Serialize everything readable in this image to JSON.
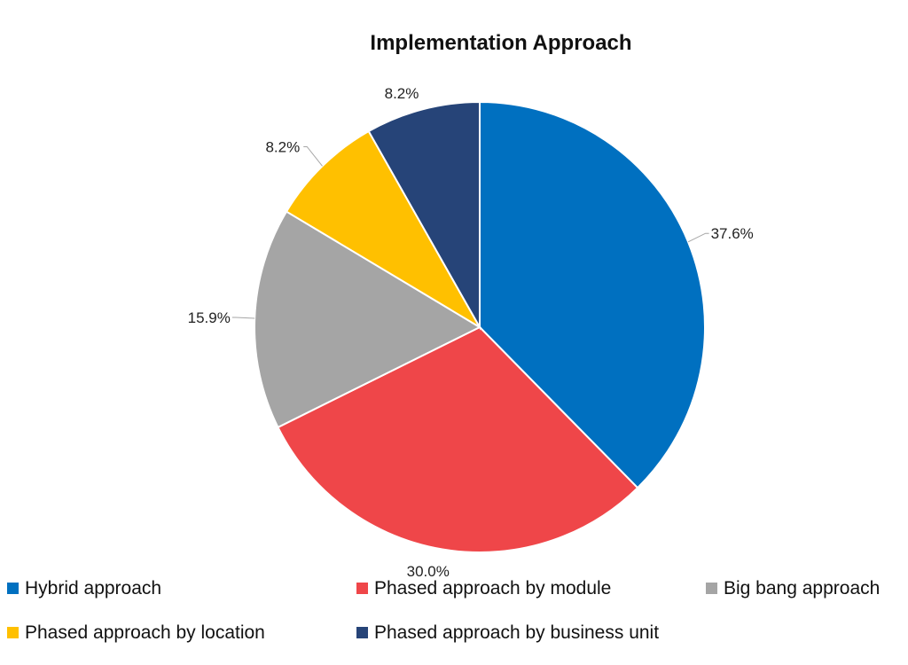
{
  "chart_data": {
    "type": "pie",
    "title": "Implementation Approach",
    "unit": "%",
    "slices": [
      {
        "name": "Hybrid approach",
        "value": 37.6,
        "label": "37.6%",
        "color": "#0070c0"
      },
      {
        "name": "Phased approach by module",
        "value": 30.0,
        "label": "30.0%",
        "color": "#ef4649"
      },
      {
        "name": "Big bang approach",
        "value": 15.9,
        "label": "15.9%",
        "color": "#a5a5a5"
      },
      {
        "name": "Phased approach by location",
        "value": 8.2,
        "label": "8.2%",
        "color": "#ffc000"
      },
      {
        "name": "Phased approach by business unit",
        "value": 8.2,
        "label": "8.2%",
        "color": "#264478"
      }
    ],
    "start_position": "12 o'clock",
    "direction": "clockwise",
    "legend_position": "bottom"
  }
}
